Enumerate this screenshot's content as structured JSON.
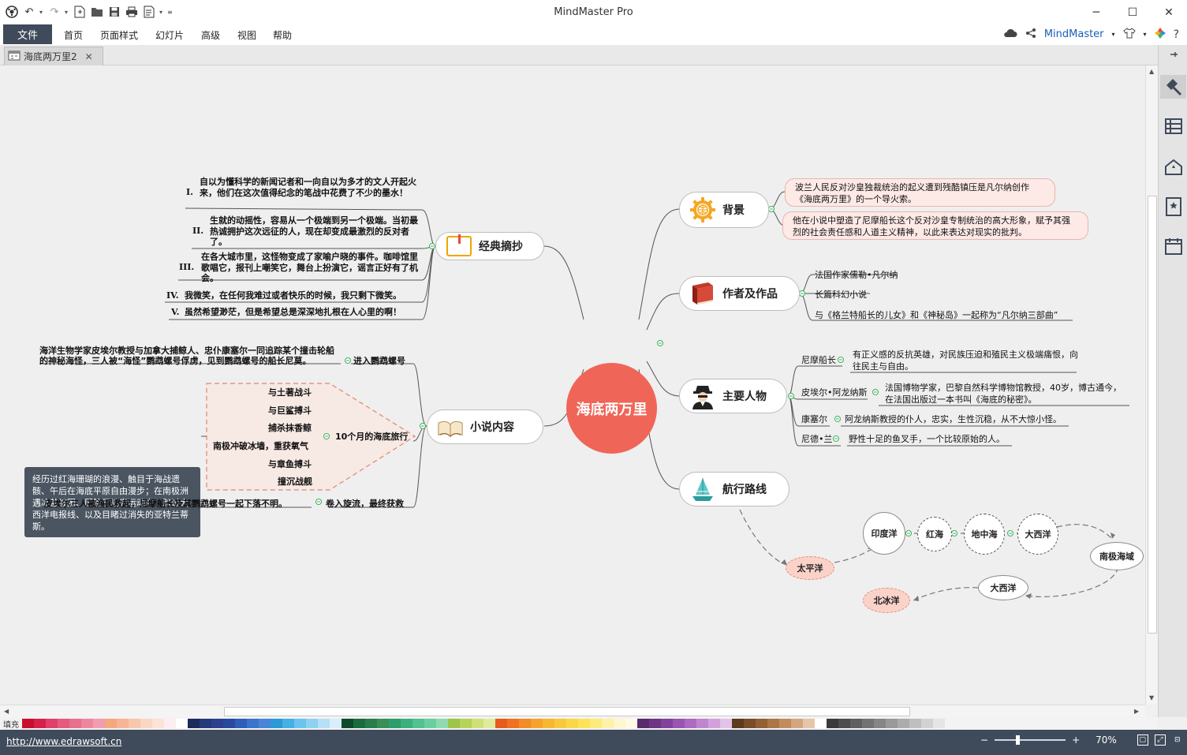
{
  "titlebar": {
    "title": "MindMaster Pro",
    "quick_access": [
      "logo-icon",
      "undo-icon",
      "redo-icon",
      "new-icon",
      "open-icon",
      "save-icon",
      "print-icon",
      "export-icon",
      "customize-icon"
    ],
    "minimize": "─",
    "maximize": "☐",
    "close": "✕"
  },
  "menubar": {
    "file": "文件",
    "items": [
      "首页",
      "页面样式",
      "幻灯片",
      "高级",
      "视图",
      "帮助"
    ],
    "brand": "MindMaster"
  },
  "tab": {
    "label": "海底两万里2",
    "close": "✕"
  },
  "map": {
    "central": "海底两万里",
    "right": {
      "background": {
        "label": "背景",
        "notes": [
          "波兰人民反对沙皇独裁统治的起义遭到残酷镇压是凡尔纳创作《海底两万里》的一个导火索。",
          "他在小说中塑造了尼摩船长这个反对沙皇专制统治的高大形象，赋予其强烈的社会责任感和人道主义精神，以此来表达对现实的批判。"
        ]
      },
      "author": {
        "label": "作者及作品",
        "items": [
          "法国作家儒勒•凡尔纳",
          "长篇科幻小说",
          "与《格兰特船长的儿女》和《神秘岛》一起称为“凡尔纳三部曲”"
        ]
      },
      "characters": {
        "label": "主要人物",
        "items": [
          {
            "name": "尼摩船长",
            "desc": "有正义感的反抗英雄，对民族压迫和殖民主义极端痛恨，向往民主与自由。"
          },
          {
            "name": "皮埃尔•阿龙纳斯",
            "desc": "法国博物学家，巴黎自然科学博物馆教授，40岁，博古通今，在法国出版过一本书叫《海底的秘密》。"
          },
          {
            "name": "康塞尔",
            "desc": "阿龙纳斯教授的仆人，忠实，生性沉稳，从不大惊小怪。"
          },
          {
            "name": "尼德•兰",
            "desc": "野性十足的鱼叉手，一个比较原始的人。"
          }
        ]
      },
      "route": {
        "label": "航行路线",
        "stops": [
          "太平洋",
          "印度洋",
          "红海",
          "地中海",
          "大西洋",
          "南极海域",
          "大西洋",
          "北冰洋"
        ]
      }
    },
    "left": {
      "excerpts": {
        "label": "经典摘抄",
        "items": [
          {
            "num": "I.",
            "text": "自以为懂科学的新闻记者和一向自以为多才的文人开起火来，他们在这次值得纪念的笔战中花费了不少的墨水！"
          },
          {
            "num": "II.",
            "text": "生就的动摇性，容易从一个极端到另一个极端。当初最热诚拥护这次远征的人，现在却变成最激烈的反对者了。"
          },
          {
            "num": "III.",
            "text": "在各大城市里，这怪物变成了家喻户晓的事件。咖啡馆里歌唱它，报刊上嘲笑它，舞台上扮演它，谣言正好有了机会。"
          },
          {
            "num": "IV.",
            "text": "我微笑，在任何我难过或者快乐的时候，我只剩下微笑。"
          },
          {
            "num": "V.",
            "text": "虽然希望渺茫，但是希望总是深深地扎根在人心里的啊！"
          }
        ]
      },
      "content": {
        "label": "小说内容",
        "enter": {
          "label": "进入鹦鹉螺号",
          "note": "海洋生物学家皮埃尔教授与加拿大捕鲸人、忠仆康塞尔一同追踪某个撞击轮船的神秘海怪，三人被“海怪”鹦鹉螺号俘虏，见到鹦鹉螺号的船长尼莫。"
        },
        "journey": {
          "label": "10个月的海底旅行",
          "items": [
            "与土著战斗",
            "与巨鲨搏斗",
            "捕杀抹香鲸",
            "南极冲破冰墙，重获氧气",
            "与章鱼搏斗",
            "撞沉战舰"
          ],
          "callout": "经历过红海珊瑚的浪漫、触目于海战遗骸、午后在海底平原自由漫步；在南极洲遇冰盖被困、历险于地壳运动中、跨过大西洋电报线、以及目睹过消失的亚特兰蒂斯。"
        },
        "end": {
          "label": "卷入旋流，最终获救",
          "note": "皮埃尔三人被渔民救起，尼摩船长及其鹦鹉螺号一起下落不明。"
        }
      }
    }
  },
  "palette": {
    "label": "填充",
    "colors": [
      "#c8102e",
      "#d6224a",
      "#e0406b",
      "#e55a7e",
      "#e8708d",
      "#ee86a0",
      "#f29cb1",
      "#f5a77e",
      "#f6b594",
      "#f8c6ab",
      "#fad6c3",
      "#fbe3d7",
      "#fdeef0",
      "#ffffff",
      "#1a2a5a",
      "#223b7a",
      "#2e3f8f",
      "#284a9e",
      "#2d5eb8",
      "#3b74cc",
      "#4b86d6",
      "#2a9ad6",
      "#45b0e4",
      "#6cc3ec",
      "#8fd1f0",
      "#b6e0f5",
      "#d8eefa",
      "#0f4a2d",
      "#1c6b3e",
      "#2a7d4a",
      "#3a8f56",
      "#2e9d6e",
      "#3bb07e",
      "#52c08f",
      "#6acf9f",
      "#8fd9b3",
      "#9cc54a",
      "#b7d35a",
      "#cfe07a",
      "#e0eb9d",
      "#e85a1e",
      "#ef7222",
      "#f18c26",
      "#f5a32b",
      "#f7b733",
      "#f9c93d",
      "#fbd748",
      "#fde25a",
      "#fdea7c",
      "#fef1a8",
      "#fff7d0",
      "#fffbe6",
      "#5a2a6e",
      "#6e3585",
      "#83429c",
      "#9a55b0",
      "#ad6bc0",
      "#c085cf",
      "#d2a1dc",
      "#e3c2ea",
      "#5b3a1e",
      "#7a4d27",
      "#945f33",
      "#ad7544",
      "#c18c5d",
      "#d4a67e",
      "#e6c6a8",
      "#ffffff",
      "#3a3a3a",
      "#4d4d4d",
      "#606060",
      "#737373",
      "#868686",
      "#999999",
      "#acacac",
      "#bfbfbf",
      "#d2d2d2",
      "#e5e5e5"
    ]
  },
  "status": {
    "url": "http://www.edrawsoft.cn",
    "zoom_minus": "−",
    "zoom_plus": "+",
    "zoom_pct": "70%",
    "zoom_level": 0.3
  }
}
